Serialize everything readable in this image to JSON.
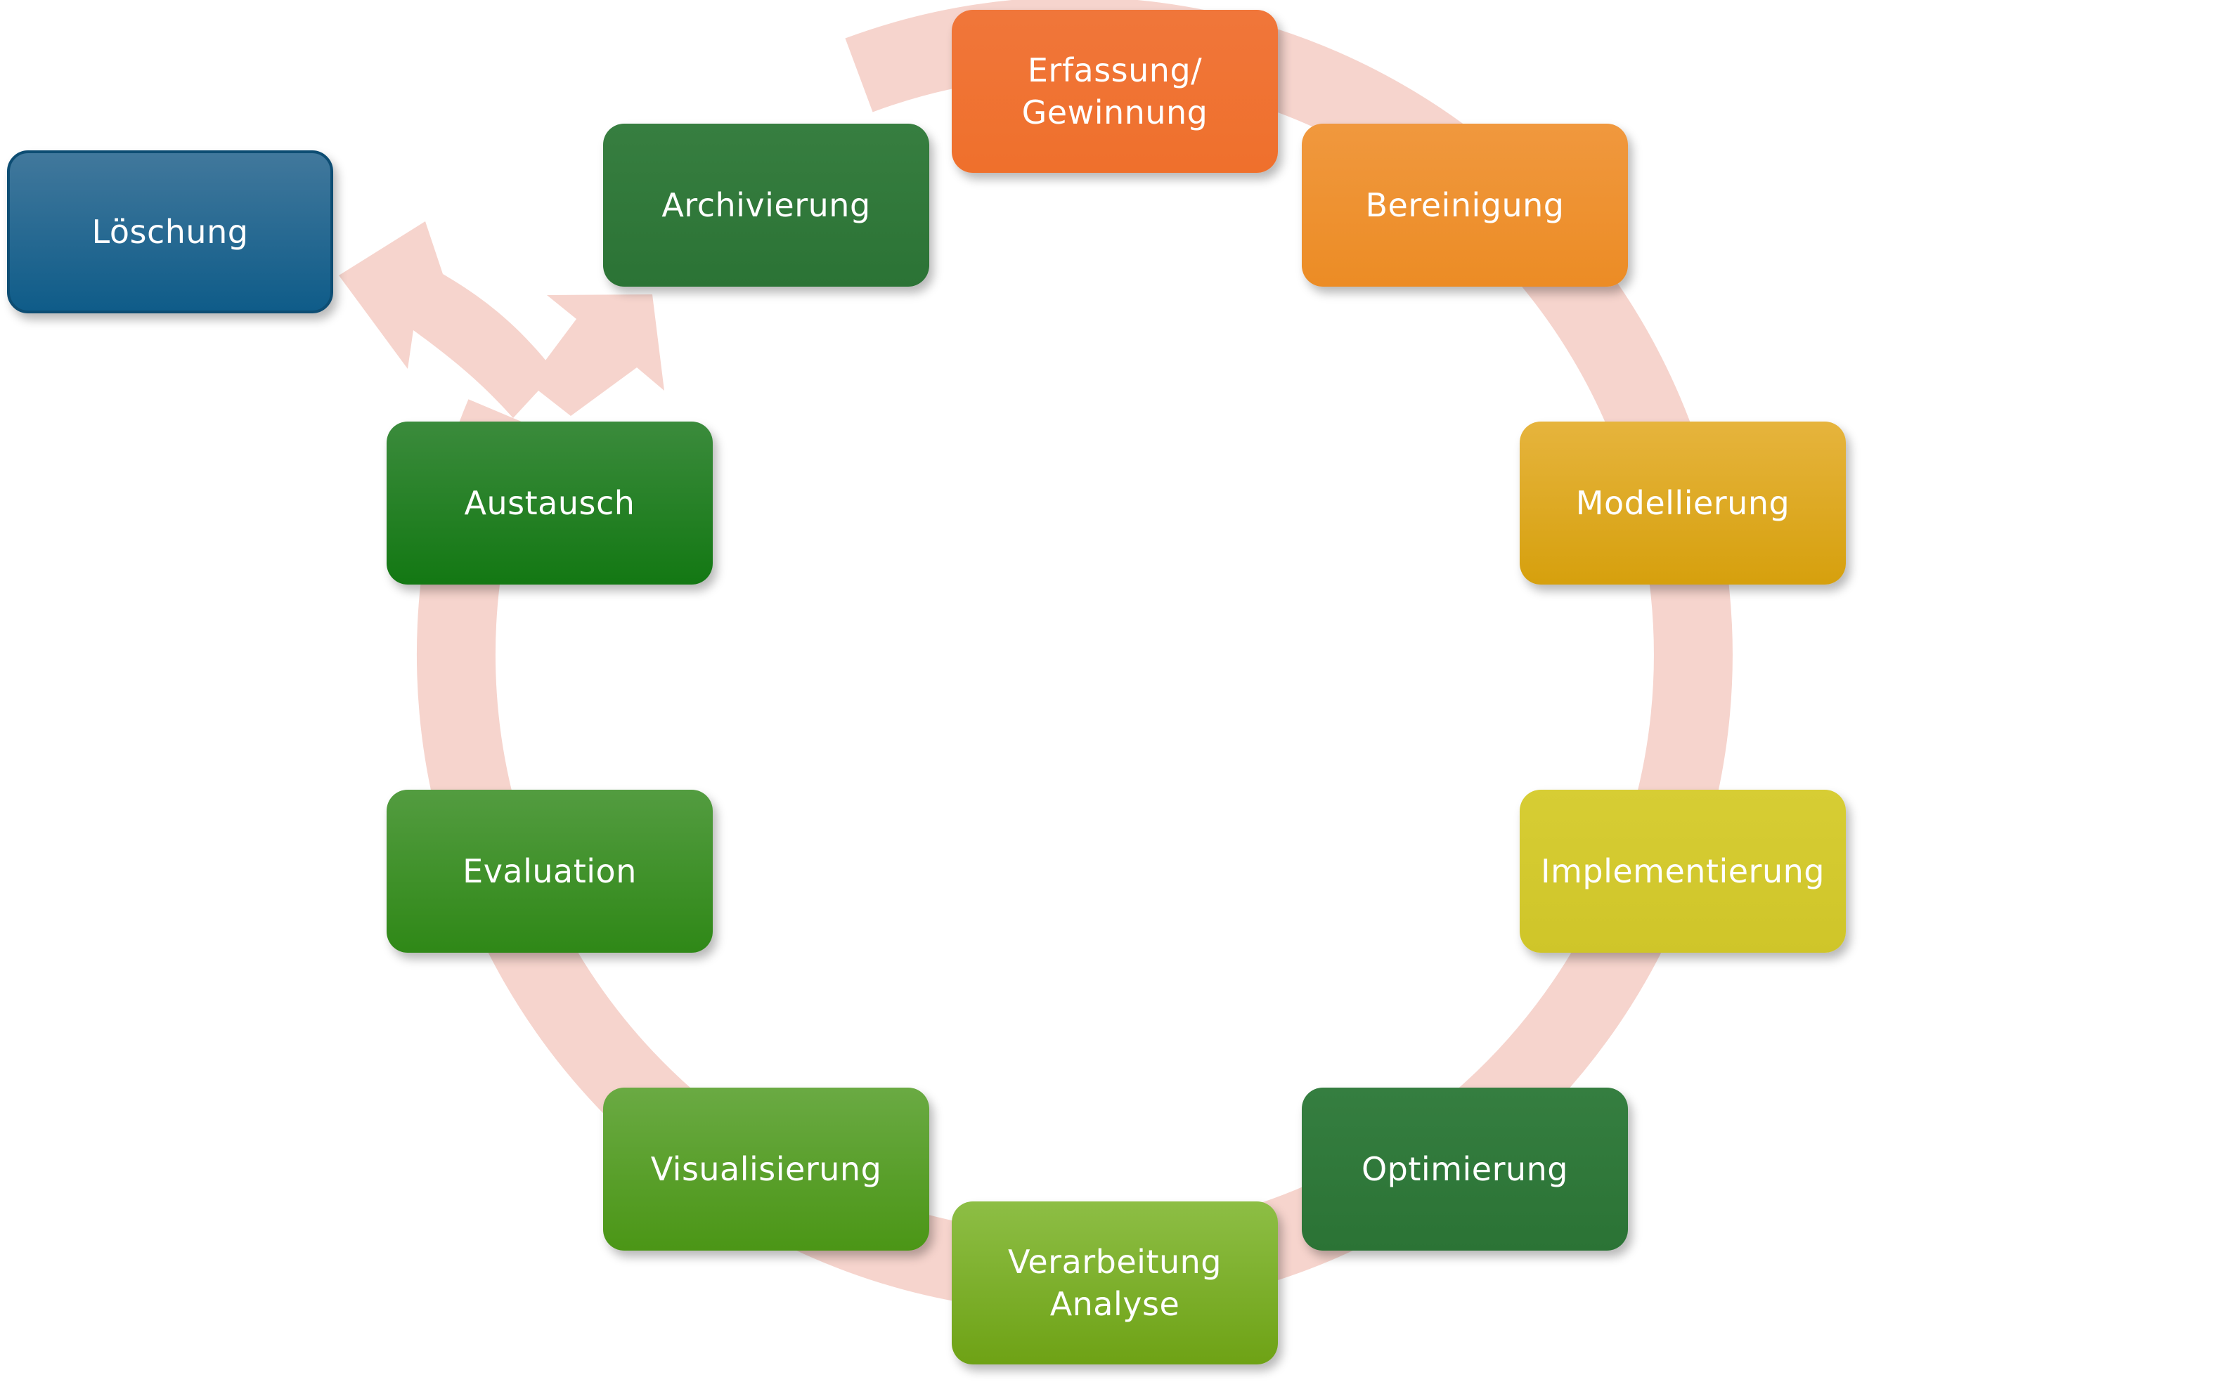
{
  "diagram": {
    "title": "",
    "colors": {
      "ring": "#f6d4cd",
      "erfassung": "#ef7230",
      "bereinigung": "#ed8f2b",
      "modellierung": "#dea822",
      "implementierung": "#d3c92c",
      "optimierung": "#2f763a",
      "verarbeitung": "#7eb02c",
      "visualisierung": "#5a9f2b",
      "evaluation": "#41922b",
      "austausch": "#248224",
      "archivierung": "#2f763a",
      "loeschung": "#165f8c"
    },
    "stages": [
      {
        "id": "erfassung",
        "label": "Erfassung/\nGewinnung"
      },
      {
        "id": "bereinigung",
        "label": "Bereinigung"
      },
      {
        "id": "modellierung",
        "label": "Modellierung"
      },
      {
        "id": "implementierung",
        "label": "Implementierung"
      },
      {
        "id": "optimierung",
        "label": "Optimierung"
      },
      {
        "id": "verarbeitung",
        "label": "Verarbeitung\nAnalyse"
      },
      {
        "id": "visualisierung",
        "label": "Visualisierung"
      },
      {
        "id": "evaluation",
        "label": "Evaluation"
      },
      {
        "id": "austausch",
        "label": "Austausch"
      },
      {
        "id": "archivierung",
        "label": "Archivierung"
      }
    ],
    "exit_stage": {
      "id": "loeschung",
      "label": "Löschung"
    }
  }
}
